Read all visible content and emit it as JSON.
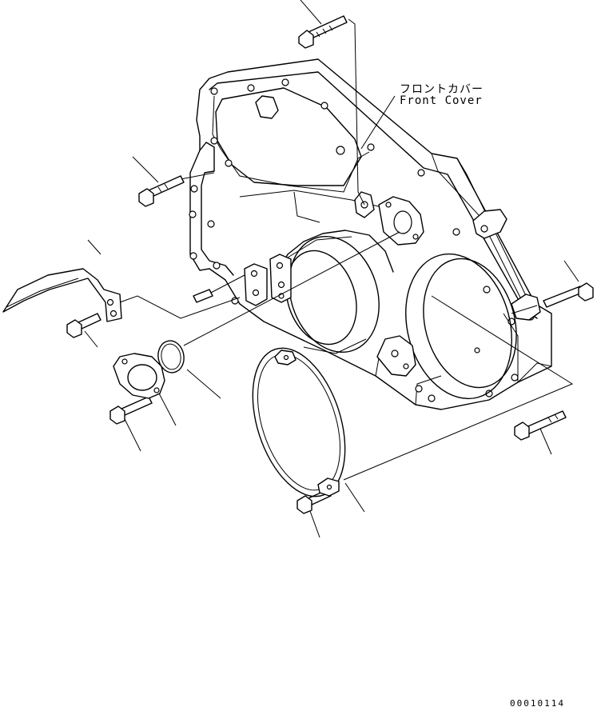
{
  "labels": {
    "part_name_jp": "フロントカバー",
    "part_name_en": "Front Cover",
    "drawing_number": "00010114"
  }
}
